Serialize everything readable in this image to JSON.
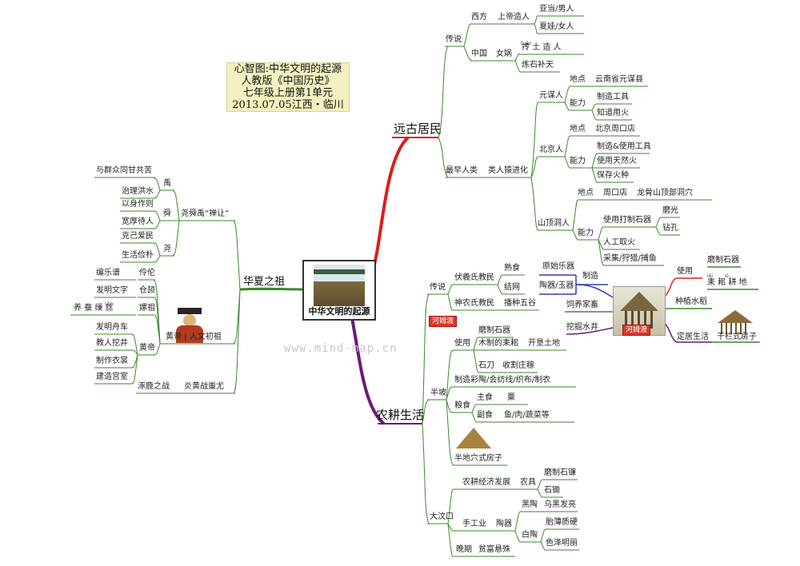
{
  "title_block": {
    "lines": [
      "心智图:中华文明的起源",
      "人教版《中国历史》",
      "七年级上册第1单元",
      "2013.07.05江西・临川"
    ]
  },
  "center": {
    "label": "中华文明的起源"
  },
  "watermark": "www.mind-map.cn",
  "colors": {
    "red_branch": "#e01a1a",
    "purple_branch": "#6a1a7a",
    "green_branch": "#3a8a2a",
    "leaf_line": "#3a8a2a",
    "blue_line": "#2b3fbf",
    "label_box": "#d63b2b"
  },
  "branches": {
    "yuangu": {
      "label": "远古居民",
      "chuanshuo": {
        "label": "传说",
        "xifang": {
          "label": "西方",
          "shangdi": "上帝造人",
          "items": [
            "亚当/男人",
            "夏娃/女人"
          ]
        },
        "zhongguo": {
          "label": "中国",
          "nvwa": "女娲",
          "tuan_ruby": "tuán",
          "items": [
            "抟 土 造 人",
            "炼石补天"
          ]
        }
      },
      "zuizao": {
        "label": "最早人类",
        "jinhua": "类人猿进化",
        "yuanmou": {
          "label": "元谋人",
          "didian": "地点",
          "place": "云南省元谋县",
          "nengli": "能力",
          "abilities": [
            "制造工具",
            "知道用火"
          ]
        },
        "beijing": {
          "label": "北京人",
          "didian": "地点",
          "place": "北京周口店",
          "nengli": "能力",
          "abilities": [
            "制造&使用工具",
            "使用天然火",
            "保存火种"
          ]
        },
        "shanding": {
          "label": "山顶洞人",
          "didian": "地点",
          "place": "周口店",
          "place2": "龙骨山顶部洞穴",
          "nengli": "能力",
          "dazhi": "使用打制石器",
          "dazhi_items": [
            "磨光",
            "钻孔"
          ],
          "fire": "人工取火",
          "other": "采集/狩猎/捕鱼"
        }
      }
    },
    "nonggeng": {
      "label": "农耕生活",
      "chuanshuo": {
        "label": "传说",
        "fuxi": {
          "label": "伏羲氏教民",
          "items": [
            "熟食",
            "结网"
          ]
        },
        "shennong": {
          "label": "神农氏教民",
          "item": "播种五谷"
        }
      },
      "hemudu": {
        "tag": "河姆渡",
        "tag2": "河姆渡",
        "zhizao": "制造",
        "zhizao_items": [
          "原始乐器",
          "陶器/玉器"
        ],
        "siyang": "饲养家畜",
        "waojue": "挖掘水井",
        "shiyong": "使用",
        "shiyong_items": [
          "磨制石器",
          "耒 耜 耕 地"
        ],
        "leisi_ruby": [
          "lěi",
          "sì"
        ],
        "zhongzhi": "种植水稻",
        "dingju": "定居生活",
        "house": "干栏式房子"
      },
      "banpo": {
        "label": "半坡",
        "shiyong": "使用",
        "shiyong_items": [
          "磨制石器",
          "木制的耒耜",
          "开垦土地",
          "石刀",
          "收割庄稼"
        ],
        "zhizao": "制造彩陶/会纺线/织布/制衣",
        "liangshi": "粮食",
        "zhushi": "主食",
        "su": "粟",
        "fushi": "副食",
        "fushi_items": "鱼/肉/蔬菜等",
        "house": "半地穴式房子"
      },
      "dawenkou": {
        "label": "大汶口",
        "jingji": "农耕经济发展",
        "nongju": "农具",
        "nongju_items": [
          "磨制石镰",
          "石锄"
        ],
        "shougongye": "手工业",
        "taoqi": "陶器",
        "heitao": "黑陶",
        "heitao_item": "乌黑发亮",
        "baitao": "白陶",
        "baitao_items": [
          "胎薄质硬",
          "色泽明丽"
        ],
        "wanqi": "晚期",
        "wanqi_item": "贫富悬殊"
      }
    },
    "huaxia": {
      "label": "华夏之祖",
      "chanrang": {
        "label": "尧舜禹“禅让”",
        "yu": {
          "label": "禹",
          "items": [
            "与群众同甘共苦",
            "治理洪水"
          ]
        },
        "shun": {
          "label": "舜",
          "items": [
            "以身作则",
            "宽厚待人"
          ]
        },
        "yao": {
          "label": "尧",
          "items": [
            "克己爱民",
            "生活俭朴"
          ]
        }
      },
      "huangdi": {
        "label": "黄帝 | 人文初祖",
        "lunlun": {
          "task": "编乐谱",
          "who": "伶伦"
        },
        "cangjie": {
          "task": "发明文字",
          "who": "仓颉"
        },
        "leizu": {
          "task": "养 蚕 缫 丝",
          "who": "嫘祖",
          "sao_ruby": "sāo"
        },
        "huangdi2": {
          "label": "黄帝",
          "items": [
            "发明舟车",
            "教人挖井",
            "制作衣裳",
            "建造宫室"
          ]
        }
      },
      "zhuolu": {
        "label": "涿鹿之战",
        "item": "炎黄战蚩尤"
      }
    }
  }
}
